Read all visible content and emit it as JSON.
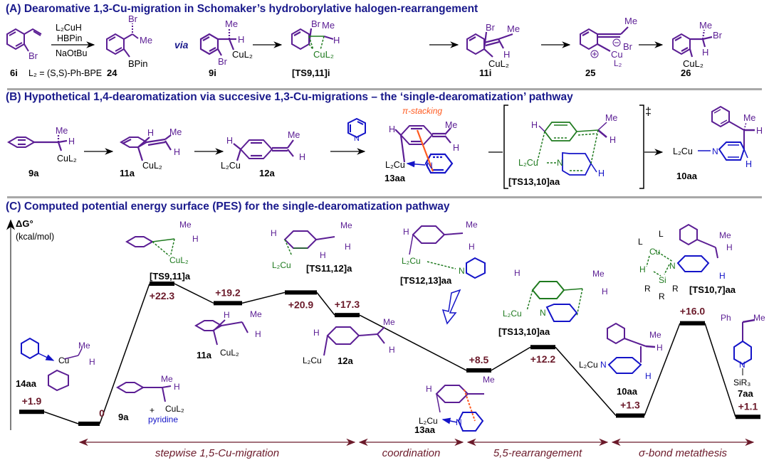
{
  "sections": {
    "a": {
      "title": "(A) Dearomative 1,3-Cu-migration in Schomaker’s hydroborylative halogen-rearrangement"
    },
    "b": {
      "title": "(B) Hypothetical 1,4-dearomatization via succesive 1,3-Cu-migrations – the ‘single-dearomatization’ pathway"
    },
    "c": {
      "title": "(C) Computed potential energy surface (PES) for the single-dearomatization pathway"
    }
  },
  "scheme_a": {
    "reagents": [
      "L₂CuH",
      "HBPin",
      "NaOtBu"
    ],
    "ligand_def": "L₂ = (S,S)-Ph-BPE",
    "via": "via",
    "compounds": [
      "6i",
      "24",
      "9i",
      "[TS9,11]i",
      "11i",
      "25",
      "26"
    ],
    "atoms": {
      "br": "Br",
      "me": "Me",
      "bpin": "BPin",
      "h": "H",
      "cul2": "CuL₂",
      "cu": "Cu",
      "l2": "L₂"
    }
  },
  "scheme_b": {
    "compounds": [
      "9a",
      "11a",
      "12a",
      "13aa",
      "[TS13,10]aa",
      "10aa"
    ],
    "pi_stacking": "π-stacking",
    "dagger": "‡",
    "reagent": "pyridine"
  },
  "chart_data": {
    "type": "line",
    "title": "(C) Computed potential energy surface (PES) for the single-dearomatization pathway",
    "ylabel": "ΔG°",
    "yunit": "(kcal/mol)",
    "xlabel": "",
    "levels": [
      {
        "species": "14aa",
        "energy": 1.9,
        "label": "+1.9"
      },
      {
        "species": "9a + pyridine",
        "energy": 0.0,
        "label": "0"
      },
      {
        "species": "[TS9,11]a",
        "energy": 22.3,
        "label": "+22.3"
      },
      {
        "species": "11a",
        "energy": 19.2,
        "label": "+19.2"
      },
      {
        "species": "[TS11,12]a",
        "energy": 20.9,
        "label": "+20.9"
      },
      {
        "species": "12a",
        "energy": 17.3,
        "label": "+17.3"
      },
      {
        "species": "13aa",
        "energy": 8.5,
        "label": "+8.5"
      },
      {
        "species": "[TS13,10]aa",
        "energy": 12.2,
        "label": "+12.2"
      },
      {
        "species": "10aa",
        "energy": 1.3,
        "label": "+1.3"
      },
      {
        "species": "[TS10,7]aa",
        "energy": 16.0,
        "label": "+16.0"
      },
      {
        "species": "7aa",
        "energy": 1.1,
        "label": "+1.1"
      }
    ],
    "stages": [
      {
        "label": "stepwise 1,5-Cu-migration"
      },
      {
        "label": "coordination"
      },
      {
        "label": "5,5-rearrangement"
      },
      {
        "label": "σ-bond metathesis"
      }
    ],
    "structure_labels": [
      "14aa",
      "9a",
      "pyridine",
      "[TS9,11]a",
      "11a",
      "[TS11,12]a",
      "12a",
      "[TS12,13]aa",
      "13aa",
      "[TS13,10]aa",
      "10aa",
      "[TS10,7]aa",
      "7aa"
    ]
  },
  "colors": {
    "title": "#1a1a8c",
    "purple": "#5b1e94",
    "green": "#1f7a1f",
    "blue": "#1414c8",
    "energy": "#6b1a2a",
    "orange": "#ff5a1f",
    "divider": "#a8a8a8"
  }
}
